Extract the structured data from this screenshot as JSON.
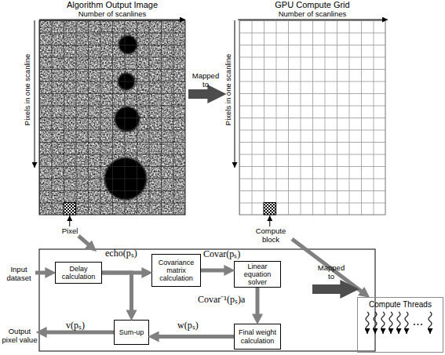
{
  "diagram": {
    "nodes": [
      {
        "text": [
          "Algorithm Output Image"
        ]
      },
      {
        "text": [
          "GPU Compute Grid"
        ]
      },
      {
        "text": [
          "Delay calculation"
        ]
      },
      {
        "text": [
          "Covariance matrix calculation"
        ]
      },
      {
        "text": [
          "Linear equation solver"
        ]
      },
      {
        "text": [
          "Sum-up"
        ]
      },
      {
        "text": [
          "Final weight calculation"
        ]
      },
      {
        "text": [
          "Compute Threads"
        ]
      }
    ],
    "edges": [
      {
        "from": 0,
        "to": 1,
        "label": "Mapped to",
        "arrow": "to"
      },
      {
        "from": 2,
        "to": 3,
        "label": "echo(pₛ)",
        "arrow": "to"
      },
      {
        "from": 2,
        "to": 5,
        "arrow": "to"
      },
      {
        "from": 3,
        "to": 4,
        "label": "Covar(pₛ)",
        "arrow": "to"
      },
      {
        "from": 4,
        "to": 6,
        "label": "Covar⁻¹(pₛ)a",
        "arrow": "to"
      },
      {
        "from": 6,
        "to": 5,
        "label": "w(pₛ)",
        "arrow": "to"
      }
    ],
    "labels": [
      "Number of scanlines",
      "Pixels in one scanline",
      "Number of scanlines",
      "Pixels in one scanline",
      "Pixel",
      "Compute block",
      "Mapped to",
      "Input dataset",
      "v(pₛ)",
      "Output pixel value"
    ]
  }
}
